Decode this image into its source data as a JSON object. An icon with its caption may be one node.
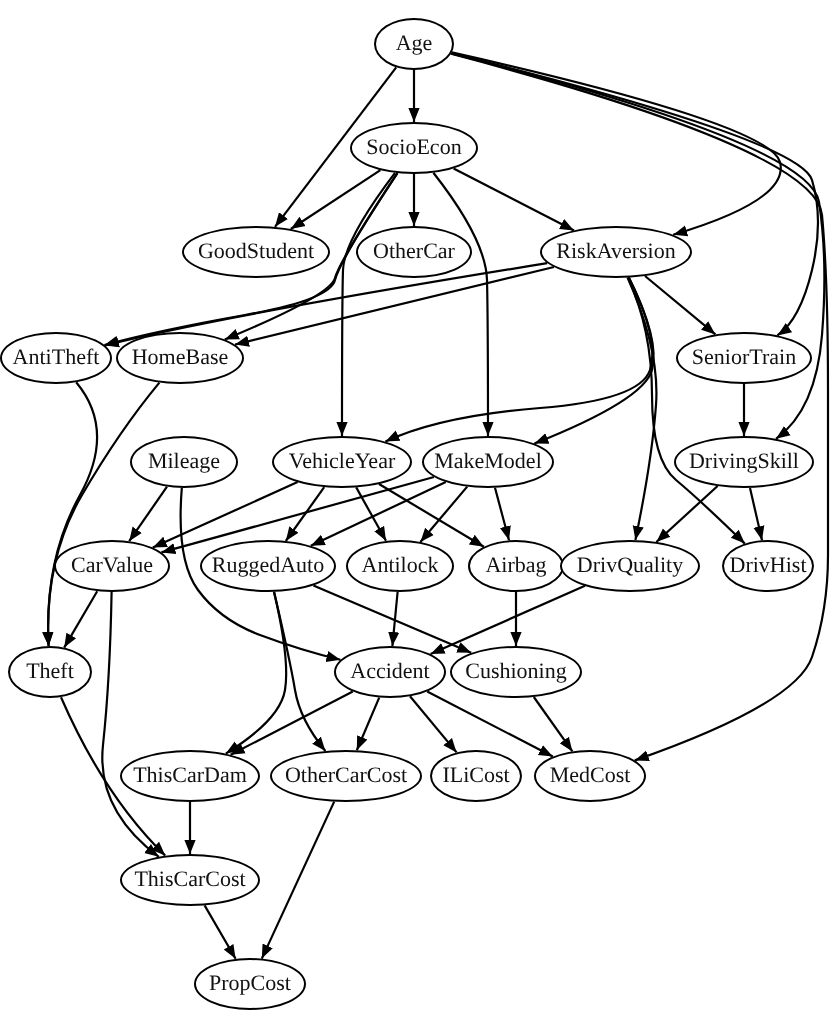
{
  "diagram": {
    "nodes": [
      {
        "text": [
          "Age"
        ]
      },
      {
        "text": [
          "SocioEcon"
        ]
      },
      {
        "text": [
          "GoodStudent"
        ]
      },
      {
        "text": [
          "OtherCar"
        ]
      },
      {
        "text": [
          "RiskAversion"
        ]
      },
      {
        "text": [
          "AntiTheft"
        ]
      },
      {
        "text": [
          "HomeBase"
        ]
      },
      {
        "text": [
          "SeniorTrain"
        ]
      },
      {
        "text": [
          "Mileage"
        ]
      },
      {
        "text": [
          "VehicleYear"
        ]
      },
      {
        "text": [
          "MakeModel"
        ]
      },
      {
        "text": [
          "DrivingSkill"
        ]
      },
      {
        "text": [
          "CarValue"
        ]
      },
      {
        "text": [
          "RuggedAuto"
        ]
      },
      {
        "text": [
          "Antilock"
        ]
      },
      {
        "text": [
          "Airbag"
        ]
      },
      {
        "text": [
          "DrivQuality"
        ]
      },
      {
        "text": [
          "DrivHist"
        ]
      },
      {
        "text": [
          "Theft"
        ]
      },
      {
        "text": [
          "Accident"
        ]
      },
      {
        "text": [
          "Cushioning"
        ]
      },
      {
        "text": [
          "ThisCarDam"
        ]
      },
      {
        "text": [
          "OtherCarCost"
        ]
      },
      {
        "text": [
          "ILiCost"
        ]
      },
      {
        "text": [
          "MedCost"
        ]
      },
      {
        "text": [
          "ThisCarCost"
        ]
      },
      {
        "text": [
          "PropCost"
        ]
      }
    ],
    "edges": [
      {
        "from": 0,
        "to": 1,
        "arrow": "to"
      },
      {
        "from": 0,
        "to": 2,
        "arrow": "to"
      },
      {
        "from": 0,
        "to": 4,
        "arrow": "to"
      },
      {
        "from": 0,
        "to": 7,
        "arrow": "to"
      },
      {
        "from": 0,
        "to": 11,
        "arrow": "to"
      },
      {
        "from": 0,
        "to": 24,
        "arrow": "to"
      },
      {
        "from": 1,
        "to": 2,
        "arrow": "to"
      },
      {
        "from": 1,
        "to": 3,
        "arrow": "to"
      },
      {
        "from": 1,
        "to": 4,
        "arrow": "to"
      },
      {
        "from": 1,
        "to": 9,
        "arrow": "to"
      },
      {
        "from": 1,
        "to": 10,
        "arrow": "to"
      },
      {
        "from": 1,
        "to": 5,
        "arrow": "to"
      },
      {
        "from": 1,
        "to": 6,
        "arrow": "to"
      },
      {
        "from": 4,
        "to": 5,
        "arrow": "to"
      },
      {
        "from": 4,
        "to": 6,
        "arrow": "to"
      },
      {
        "from": 4,
        "to": 7,
        "arrow": "to"
      },
      {
        "from": 4,
        "to": 9,
        "arrow": "to"
      },
      {
        "from": 4,
        "to": 10,
        "arrow": "to"
      },
      {
        "from": 4,
        "to": 16,
        "arrow": "to"
      },
      {
        "from": 4,
        "to": 17,
        "arrow": "to"
      },
      {
        "from": 7,
        "to": 11,
        "arrow": "to"
      },
      {
        "from": 11,
        "to": 16,
        "arrow": "to"
      },
      {
        "from": 11,
        "to": 17,
        "arrow": "to"
      },
      {
        "from": 5,
        "to": 18,
        "arrow": "to"
      },
      {
        "from": 6,
        "to": 18,
        "arrow": "to"
      },
      {
        "from": 8,
        "to": 12,
        "arrow": "to"
      },
      {
        "from": 8,
        "to": 19,
        "arrow": "to"
      },
      {
        "from": 9,
        "to": 12,
        "arrow": "to"
      },
      {
        "from": 9,
        "to": 13,
        "arrow": "to"
      },
      {
        "from": 9,
        "to": 14,
        "arrow": "to"
      },
      {
        "from": 9,
        "to": 15,
        "arrow": "to"
      },
      {
        "from": 10,
        "to": 12,
        "arrow": "to"
      },
      {
        "from": 10,
        "to": 13,
        "arrow": "to"
      },
      {
        "from": 10,
        "to": 14,
        "arrow": "to"
      },
      {
        "from": 10,
        "to": 15,
        "arrow": "to"
      },
      {
        "from": 12,
        "to": 18,
        "arrow": "to"
      },
      {
        "from": 12,
        "to": 25,
        "arrow": "to"
      },
      {
        "from": 13,
        "to": 20,
        "arrow": "to"
      },
      {
        "from": 13,
        "to": 22,
        "arrow": "to"
      },
      {
        "from": 13,
        "to": 21,
        "arrow": "to"
      },
      {
        "from": 14,
        "to": 19,
        "arrow": "to"
      },
      {
        "from": 15,
        "to": 20,
        "arrow": "to"
      },
      {
        "from": 16,
        "to": 19,
        "arrow": "to"
      },
      {
        "from": 19,
        "to": 21,
        "arrow": "to"
      },
      {
        "from": 19,
        "to": 22,
        "arrow": "to"
      },
      {
        "from": 19,
        "to": 23,
        "arrow": "to"
      },
      {
        "from": 19,
        "to": 24,
        "arrow": "to"
      },
      {
        "from": 20,
        "to": 24,
        "arrow": "to"
      },
      {
        "from": 18,
        "to": 25,
        "arrow": "to"
      },
      {
        "from": 21,
        "to": 25,
        "arrow": "to"
      },
      {
        "from": 25,
        "to": 26,
        "arrow": "to"
      },
      {
        "from": 22,
        "to": 26,
        "arrow": "to"
      }
    ]
  }
}
